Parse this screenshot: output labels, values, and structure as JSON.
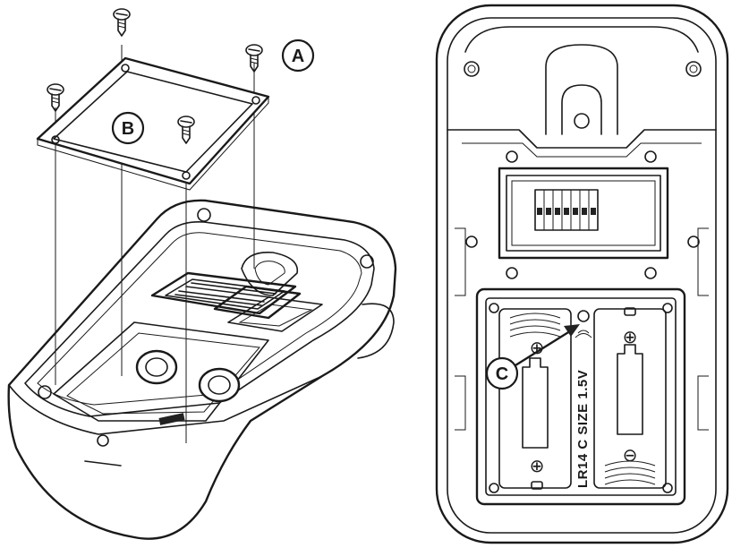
{
  "callouts": {
    "a": "A",
    "b": "B",
    "c": "C"
  },
  "battery": {
    "label": "LR14 C SIZE 1.5V",
    "positive": "⊕",
    "negative": "⊖"
  }
}
